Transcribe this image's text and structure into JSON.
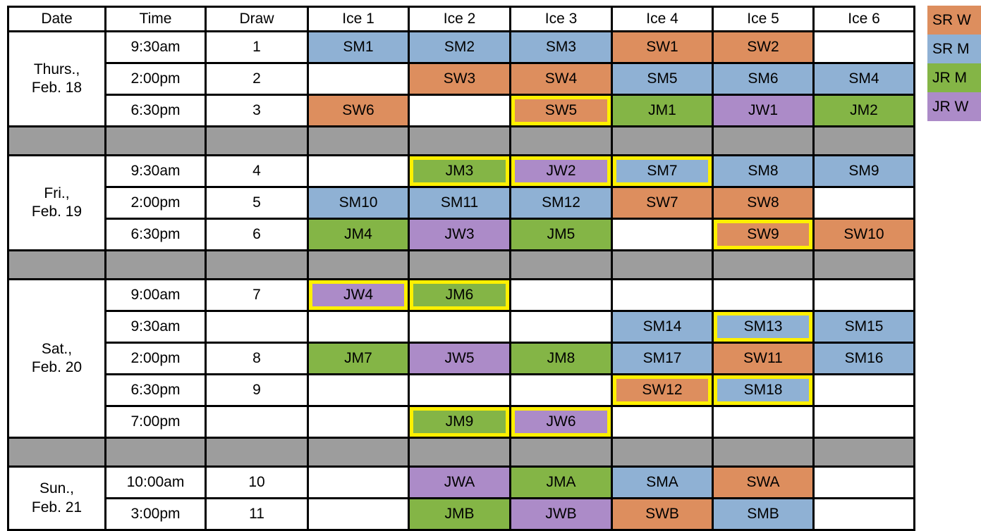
{
  "colors": {
    "SW": "#dd8e5e",
    "SM": "#8fb1d4",
    "JM": "#84b546",
    "JW": "#ac8bc8",
    "separator": "#9d9d9d",
    "highlight": "#fff000"
  },
  "legend": {
    "items": [
      {
        "label": "SR W",
        "code": "SW"
      },
      {
        "label": "SR M",
        "code": "SM"
      },
      {
        "label": "JR M",
        "code": "JM"
      },
      {
        "label": "JR W",
        "code": "JW"
      }
    ]
  },
  "header": {
    "date": "Date",
    "time": "Time",
    "draw": "Draw",
    "sheets": [
      "Ice 1",
      "Ice 2",
      "Ice 3",
      "Ice 4",
      "Ice 5",
      "Ice 6"
    ]
  },
  "days": [
    {
      "date": "Thurs.,\nFeb. 18"
    },
    {
      "date": "Fri.,\nFeb. 19"
    },
    {
      "date": "Sat.,\nFeb. 20"
    },
    {
      "date": "Sun.,\nFeb. 21"
    }
  ],
  "rows": [
    {
      "time": "9:30am",
      "draw": "1",
      "cells": [
        {
          "label": "SM1",
          "cat": "SM"
        },
        {
          "label": "SM2",
          "cat": "SM"
        },
        {
          "label": "SM3",
          "cat": "SM"
        },
        {
          "label": "SW1",
          "cat": "SW"
        },
        {
          "label": "SW2",
          "cat": "SW"
        },
        null
      ]
    },
    {
      "time": "2:00pm",
      "draw": "2",
      "cells": [
        null,
        {
          "label": "SW3",
          "cat": "SW"
        },
        {
          "label": "SW4",
          "cat": "SW"
        },
        {
          "label": "SM5",
          "cat": "SM"
        },
        {
          "label": "SM6",
          "cat": "SM"
        },
        {
          "label": "SM4",
          "cat": "SM"
        }
      ]
    },
    {
      "time": "6:30pm",
      "draw": "3",
      "cells": [
        {
          "label": "SW6",
          "cat": "SW"
        },
        null,
        {
          "label": "SW5",
          "cat": "SW",
          "hl": "y"
        },
        {
          "label": "JM1",
          "cat": "JM"
        },
        {
          "label": "JW1",
          "cat": "JW"
        },
        {
          "label": "JM2",
          "cat": "JM"
        }
      ]
    },
    {
      "time": "9:30am",
      "draw": "4",
      "cells": [
        null,
        {
          "label": "JM3",
          "cat": "JM",
          "hl": "y"
        },
        {
          "label": "JW2",
          "cat": "JW",
          "hl": "y"
        },
        {
          "label": "SM7",
          "cat": "SM",
          "hl": "y"
        },
        {
          "label": "SM8",
          "cat": "SM"
        },
        {
          "label": "SM9",
          "cat": "SM"
        }
      ]
    },
    {
      "time": "2:00pm",
      "draw": "5",
      "cells": [
        {
          "label": "SM10",
          "cat": "SM"
        },
        {
          "label": "SM11",
          "cat": "SM"
        },
        {
          "label": "SM12",
          "cat": "SM"
        },
        {
          "label": "SW7",
          "cat": "SW"
        },
        {
          "label": "SW8",
          "cat": "SW"
        },
        null
      ]
    },
    {
      "time": "6:30pm",
      "draw": "6",
      "cells": [
        {
          "label": "JM4",
          "cat": "JM"
        },
        {
          "label": "JW3",
          "cat": "JW"
        },
        {
          "label": "JM5",
          "cat": "JM"
        },
        null,
        {
          "label": "SW9",
          "cat": "SW",
          "hl": "y"
        },
        {
          "label": "SW10",
          "cat": "SW"
        }
      ]
    },
    {
      "time": "9:00am",
      "draw": "7",
      "cells": [
        {
          "label": "JW4",
          "cat": "JW",
          "hl": "y"
        },
        {
          "label": "JM6",
          "cat": "JM",
          "hl": "y"
        },
        null,
        null,
        null,
        null
      ]
    },
    {
      "time": "9:30am",
      "draw": "",
      "cells": [
        null,
        null,
        null,
        {
          "label": "SM14",
          "cat": "SM"
        },
        {
          "label": "SM13",
          "cat": "SM",
          "hl": "y"
        },
        {
          "label": "SM15",
          "cat": "SM"
        }
      ]
    },
    {
      "time": "2:00pm",
      "draw": "8",
      "cells": [
        {
          "label": "JM7",
          "cat": "JM"
        },
        {
          "label": "JW5",
          "cat": "JW"
        },
        {
          "label": "JM8",
          "cat": "JM"
        },
        {
          "label": "SM17",
          "cat": "SM"
        },
        {
          "label": "SW11",
          "cat": "SW"
        },
        {
          "label": "SM16",
          "cat": "SM"
        }
      ]
    },
    {
      "time": "6:30pm",
      "draw": "9",
      "cells": [
        null,
        null,
        null,
        {
          "label": "SW12",
          "cat": "SW",
          "hl": "y"
        },
        {
          "label": "SM18",
          "cat": "SM",
          "hl": "y"
        },
        null
      ]
    },
    {
      "time": "7:00pm",
      "draw": "",
      "cells": [
        null,
        {
          "label": "JM9",
          "cat": "JM",
          "hl": "y"
        },
        {
          "label": "JW6",
          "cat": "JW",
          "hl": "y"
        },
        null,
        null,
        null
      ]
    },
    {
      "time": "10:00am",
      "draw": "10",
      "cells": [
        null,
        {
          "label": "JWA",
          "cat": "JW"
        },
        {
          "label": "JMA",
          "cat": "JM"
        },
        {
          "label": "SMA",
          "cat": "SM"
        },
        {
          "label": "SWA",
          "cat": "SW"
        },
        null
      ]
    },
    {
      "time": "3:00pm",
      "draw": "11",
      "cells": [
        null,
        {
          "label": "JMB",
          "cat": "JM"
        },
        {
          "label": "JWB",
          "cat": "JW"
        },
        {
          "label": "SWB",
          "cat": "SW"
        },
        {
          "label": "SMB",
          "cat": "SM",
          "align": "left"
        },
        null
      ]
    }
  ]
}
